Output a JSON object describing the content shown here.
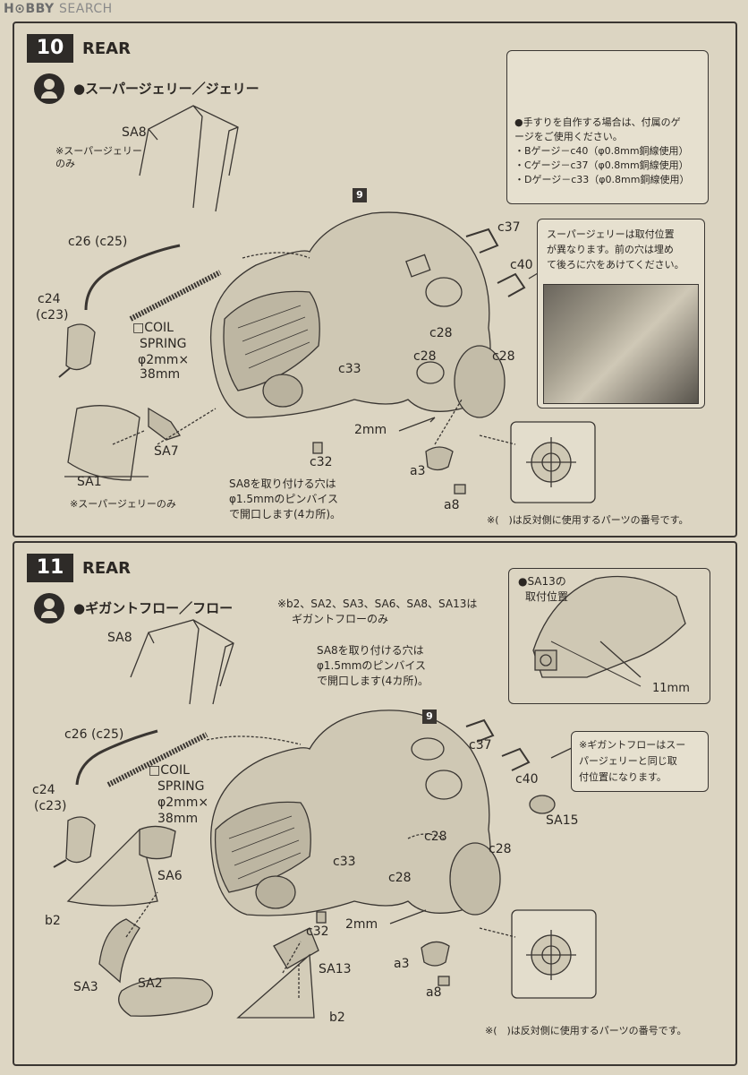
{
  "logo": {
    "hobby": "H⊙BBY",
    "search": "SEARCH"
  },
  "step10": {
    "number": "10",
    "title": "REAR",
    "variant": "●スーパージェリー／ジェリー",
    "part_num": "9",
    "labels": {
      "sa8": "SA8",
      "sa8_note_1": "※スーパージェリー",
      "sa8_note_2": "のみ",
      "c26": "c26 (c25)",
      "c24": "c24",
      "c23": "(c23)",
      "coil_1": "□COIL",
      "coil_2": "SPRING",
      "coil_3": "φ2mm×",
      "coil_4": "38mm",
      "c37": "c37",
      "c40": "c40",
      "c28_a": "c28",
      "c28_b": "c28",
      "c28_c": "c28",
      "c33": "c33",
      "two_mm": "2mm",
      "sa7": "SA7",
      "sa1": "SA1",
      "sa1_note": "※スーパージェリーのみ",
      "c32": "c32",
      "a3": "a3",
      "a8": "a8"
    },
    "drill_note": [
      "SA8を取り付ける穴は",
      "φ1.5mmのピンバイス",
      "で開口します(4カ所)。"
    ],
    "gauge_note": [
      "●手すりを自作する場合は、付属のゲ",
      "ージをご使用ください。",
      "・Bゲージ－c40（φ0.8mm銅線使用）",
      "・Cゲージ－c37（φ0.8mm銅線使用）",
      "・Dゲージ－c33（φ0.8mm銅線使用）"
    ],
    "position_note": [
      "スーパージェリーは取付位置",
      "が異なります。前の穴は埋め",
      "て後ろに穴をあけてください。"
    ],
    "footnote": "※(　)は反対側に使用するパーツの番号です。"
  },
  "step11": {
    "number": "11",
    "title": "REAR",
    "variant": "●ギガントフロー／フロー",
    "parts_note": [
      "※b2、SA2、SA3、SA6、SA8、SA13は",
      "ギガントフローのみ"
    ],
    "drill_note": [
      "SA8を取り付ける穴は",
      "φ1.5mmのピンバイス",
      "で開口します(4カ所)。"
    ],
    "sa13_note": [
      "●SA13の",
      "取付位置"
    ],
    "eleven_mm": "11mm",
    "position_note": [
      "※ギガントフローはスー",
      "パージェリーと同じ取",
      "付位置になります。"
    ],
    "part_num": "9",
    "labels": {
      "sa8": "SA8",
      "c26": "c26 (c25)",
      "c24": "c24",
      "c23": "(c23)",
      "coil_1": "□COIL",
      "coil_2": "SPRING",
      "coil_3": "φ2mm×",
      "coil_4": "38mm",
      "c37": "c37",
      "c40": "c40",
      "sa15": "SA15",
      "c28_a": "c28",
      "c28_b": "c28",
      "c28_c": "c28",
      "c33": "c33",
      "sa6": "SA6",
      "b2_a": "b2",
      "c32": "c32",
      "two_mm": "2mm",
      "sa3": "SA3",
      "sa2": "SA2",
      "sa13": "SA13",
      "a3": "a3",
      "a8": "a8",
      "b2_b": "b2"
    },
    "footnote": "※(　)は反対側に使用するパーツの番号です。"
  }
}
